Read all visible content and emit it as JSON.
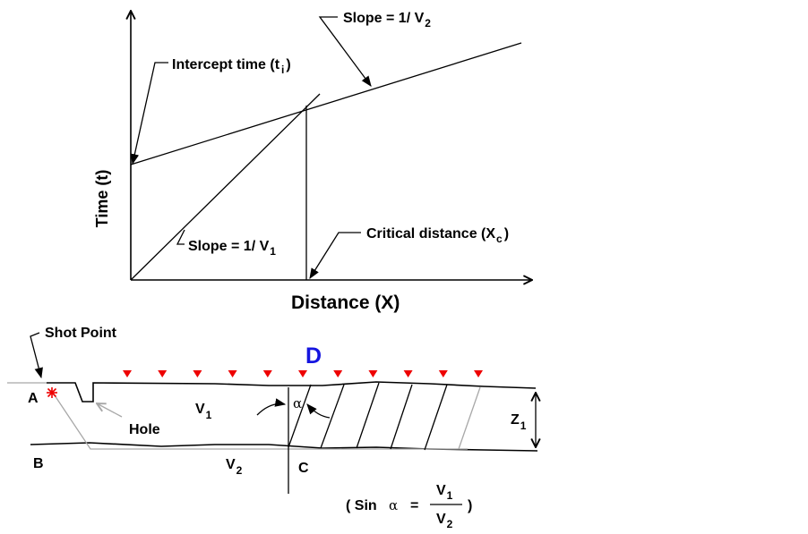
{
  "graph": {
    "y_axis_label": "Time (t)",
    "x_axis_label": "Distance (X)",
    "intercept_label": "Intercept time (t",
    "intercept_sub": "i",
    "intercept_close": ")",
    "slope2_label": "Slope = 1/ V",
    "slope2_sub": "2",
    "slope1_label": "Slope = 1/ V",
    "slope1_sub": "1",
    "critical_label": "Critical distance (X",
    "critical_sub": "c",
    "critical_close": ")"
  },
  "section": {
    "shot_point_label": "Shot Point",
    "point_a": "A",
    "point_b": "B",
    "point_c": "C",
    "point_d": "D",
    "hole_label": "Hole",
    "v1_label": "V",
    "v1_sub": "1",
    "v2_label": "V",
    "v2_sub": "2",
    "z1_label": "Z",
    "z1_sub": "1",
    "alpha_symbol": "α",
    "geophone_count": 11
  },
  "formula": {
    "open": "( Sin",
    "alpha": "α",
    "equals": "=",
    "numerator": "V",
    "numerator_sub": "1",
    "denominator": "V",
    "denominator_sub": "2",
    "close": ")"
  },
  "colors": {
    "line": "#000000",
    "ray_gray": "#a8a8a8",
    "geophone_red": "#ee0000",
    "shot_red": "#ee0000",
    "d_blue": "#1515e0"
  }
}
